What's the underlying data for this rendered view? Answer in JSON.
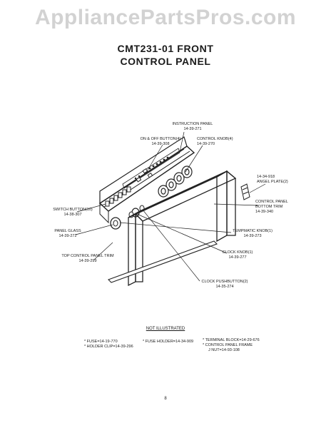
{
  "watermark": "AppliancePartsPros.com",
  "title": "CMT231-01 FRONT",
  "subtitle": "CONTROL PANEL",
  "labels": {
    "instruction_panel": [
      "INSTRUCTION PANEL",
      "14-39-271"
    ],
    "on_off_button": [
      "ON & OFF BUTTON(4)",
      "14-39-308"
    ],
    "control_knob": [
      "CONTROL KNOB(4)",
      "14-39-270"
    ],
    "angel_plate": [
      "14-34-918",
      "ANGEL PLATE(2)"
    ],
    "bottom_trim": [
      "CONTROL PANEL",
      "BOTTOM TRIM",
      "14-39-340"
    ],
    "switch_button": [
      "SWITCH BUTTON(10)",
      "14-38-307"
    ],
    "panel_glass": [
      "PANEL GLASS",
      "14-39-272"
    ],
    "tempmatic_knob": [
      "TEMPMATIC KNOB(1)",
      "14-39-273"
    ],
    "top_trim": [
      "TOP CONTROL PANEL TRIM",
      "14-39-299"
    ],
    "clock_knob": [
      "CLOCK KNOB(1)",
      "14-39-277"
    ],
    "clock_pushbutton": [
      "CLOCK PUSHBUTTON(2)",
      "14-35-274"
    ]
  },
  "not_illustrated": {
    "heading": "NOT ILLUSTRATED",
    "items": [
      "* FUSE=14-19-770",
      "* HOLDER CLIP=14-39-296",
      "* FUSE HOLDER=14-34-909",
      "* TERMINAL BLOCK=14-29-676",
      "* CONTROL PANEL FRAME",
      "J NUT=14-93-108"
    ]
  },
  "page_number": "8"
}
